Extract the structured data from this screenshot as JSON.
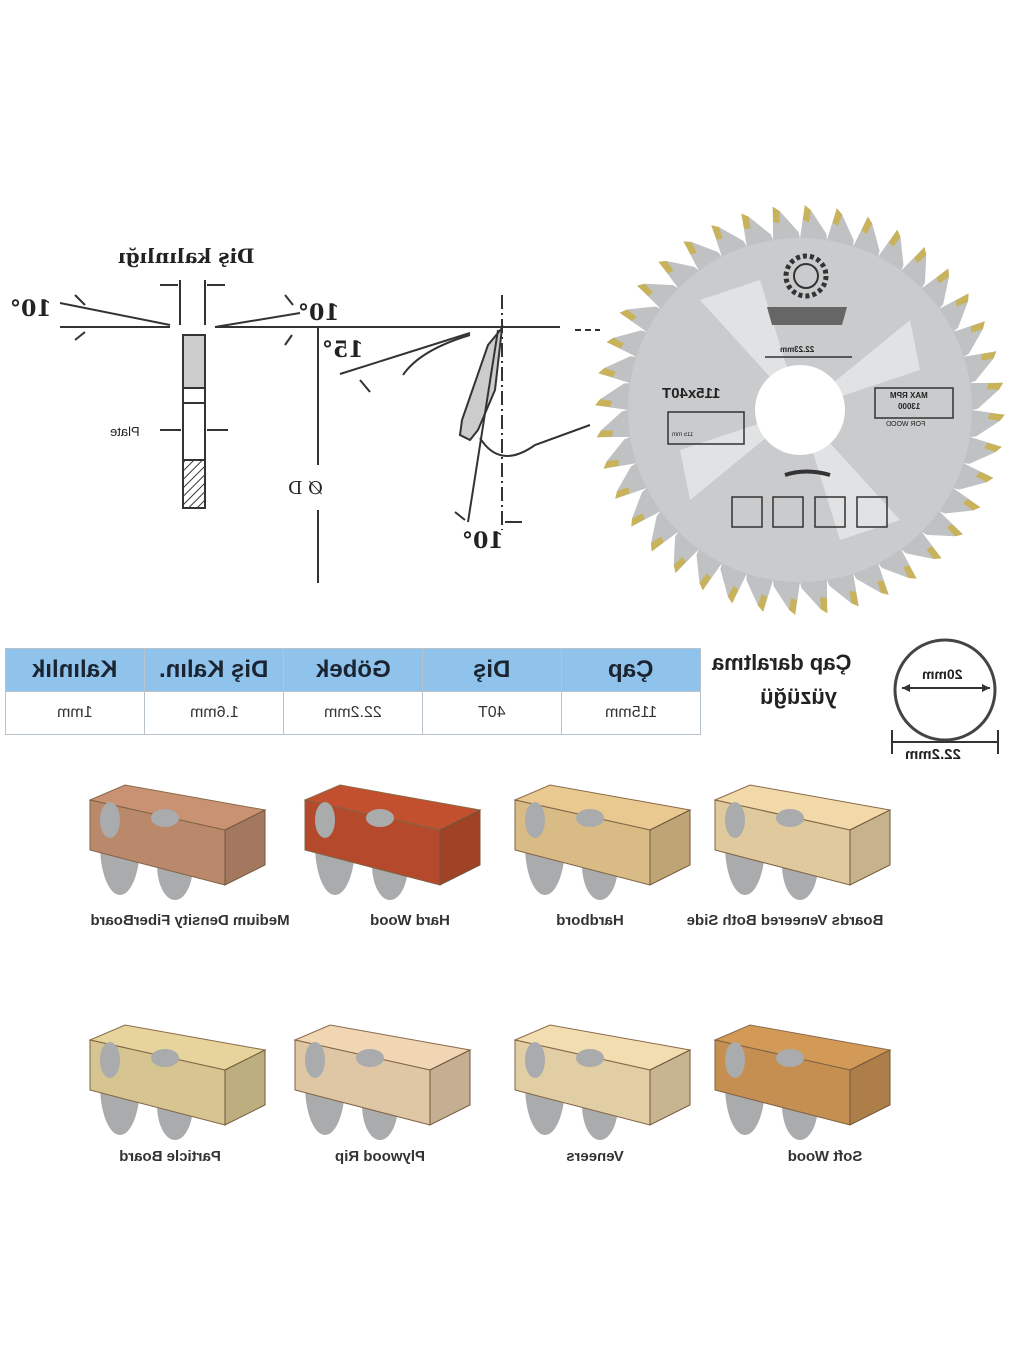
{
  "diagram": {
    "tooth_thickness_label": "Diş kalınlığı",
    "plate_label": "Plate",
    "diameter_label": "Ø D",
    "angles": [
      "10°",
      "10°",
      "15°",
      "10°"
    ]
  },
  "blade": {
    "teeth_count": 40,
    "size_marking": "115x40T",
    "bore_marking": "22.23mm",
    "max_rpm_label": "MAX RPM",
    "max_rpm_value": "13000",
    "use_label": "FOR WOOD",
    "diameter_marking": "115 mm",
    "body_color": "#c9cbcd",
    "tip_color": "#c8b25a"
  },
  "spec_table": {
    "headers": [
      "Çap",
      "Diş",
      "Göbek",
      "Diş Kalın.",
      "Kalınlık"
    ],
    "values": [
      "115mm",
      "40T",
      "22.2mm",
      "1.6mm",
      "1mm"
    ],
    "header_color": "#8fc3ec"
  },
  "reducer_ring": {
    "title_line1": "Çap daraltma",
    "title_line2": "yüzüğü",
    "inner": "20mm",
    "outer": "22.2mm"
  },
  "materials": [
    {
      "label": "Medium Density FiberBoard",
      "color": "#c89273"
    },
    {
      "label": "Hard Wood",
      "color": "#c2502e"
    },
    {
      "label": "Hardbord",
      "color": "#e9c98f"
    },
    {
      "label": "Boards Veneered Both Side",
      "color": "#f1d9a9"
    },
    {
      "label": "Particle Board",
      "color": "#e6d49c"
    },
    {
      "label": "Plywood Rip",
      "color": "#f0d6b3"
    },
    {
      "label": "Veneers",
      "color": "#f2ddb0"
    },
    {
      "label": "Soft Wood",
      "color": "#d39a57"
    }
  ]
}
